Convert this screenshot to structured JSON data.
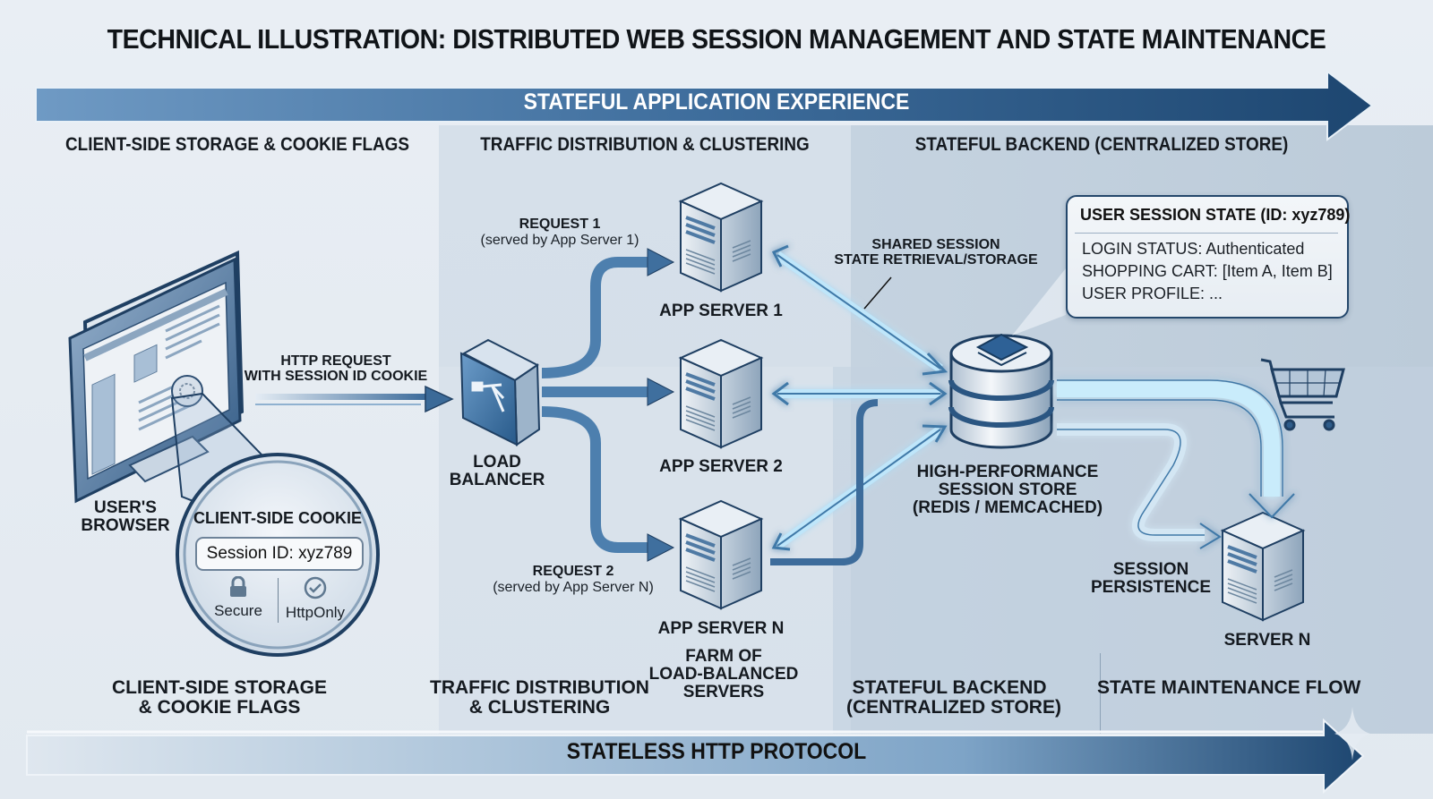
{
  "title": "TECHNICAL ILLUSTRATION: DISTRIBUTED WEB SESSION MANAGEMENT AND STATE MAINTENANCE",
  "top_banner": "STATEFUL APPLICATION EXPERIENCE",
  "bottom_banner": "STATELESS HTTP PROTOCOL",
  "section_headers": {
    "client": "CLIENT-SIDE STORAGE & COOKIE FLAGS",
    "traffic": "TRAFFIC DISTRIBUTION & CLUSTERING",
    "backend": "STATEFUL BACKEND (CENTRALIZED STORE)"
  },
  "client": {
    "browser_label": [
      "USER'S",
      "BROWSER"
    ],
    "request_label": [
      "HTTP REQUEST",
      "WITH SESSION ID COOKIE"
    ],
    "cookie": {
      "title": "CLIENT-SIDE COOKIE",
      "session_id": "Session ID: xyz789",
      "flags": [
        {
          "label": "Secure",
          "icon": "lock-icon"
        },
        {
          "label": "HttpOnly",
          "icon": "check-circle-icon"
        }
      ]
    }
  },
  "traffic": {
    "load_balancer_label": [
      "LOAD",
      "BALANCER"
    ],
    "request1": {
      "title": "REQUEST 1",
      "detail": "(served by App Server 1)"
    },
    "request2": {
      "title": "REQUEST 2",
      "detail": "(served by App Server N)"
    },
    "servers": [
      "APP SERVER 1",
      "APP SERVER 2",
      "APP SERVER N"
    ],
    "farm_label": [
      "FARM OF",
      "LOAD-BALANCED",
      "SERVERS"
    ]
  },
  "backend": {
    "shared_label": [
      "SHARED SESSION",
      "STATE RETRIEVAL/STORAGE"
    ],
    "store_label": [
      "HIGH-PERFORMANCE",
      "SESSION STORE",
      "(REDIS / MEMCACHED)"
    ],
    "session_state": {
      "title": "USER SESSION STATE (ID: xyz789)",
      "lines": [
        "LOGIN STATUS: Authenticated",
        "SHOPPING CART: [Item A, Item B]",
        "USER PROFILE: ..."
      ]
    },
    "persistence_label": [
      "SESSION",
      "PERSISTENCE"
    ],
    "server_n_label": "SERVER N"
  },
  "bottom_labels": {
    "client": [
      "CLIENT-SIDE STORAGE",
      "& COOKIE FLAGS"
    ],
    "traffic": [
      "TRAFFIC DISTRIBUTION",
      "& CLUSTERING"
    ],
    "backend": [
      "STATEFUL BACKEND",
      "(CENTRALIZED STORE)"
    ],
    "flow": "STATE MAINTENANCE FLOW"
  },
  "colors": {
    "accent_dark": "#1f4a75",
    "accent_mid": "#4d7fae",
    "glow": "#a9dcf5",
    "text": "#151a20"
  }
}
